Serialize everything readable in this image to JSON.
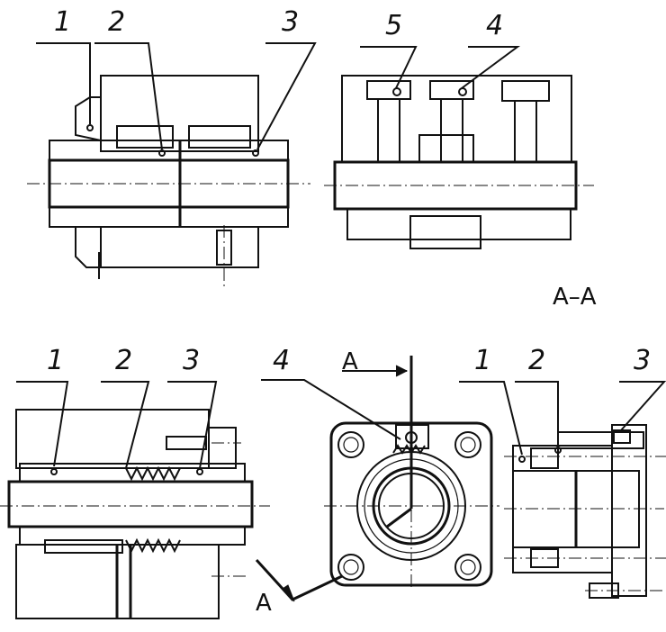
{
  "views": {
    "top_left": {
      "callouts": [
        "1",
        "2",
        "3"
      ]
    },
    "top_right": {
      "callouts": [
        "5",
        "4"
      ]
    },
    "bottom_left": {
      "callouts": [
        "1",
        "2",
        "3"
      ]
    },
    "bottom_middle": {
      "callouts": [
        "4"
      ],
      "section_marks": [
        "A",
        "A"
      ]
    },
    "bottom_right": {
      "callouts": [
        "1",
        "2",
        "3"
      ],
      "section_title": "A–A"
    }
  }
}
